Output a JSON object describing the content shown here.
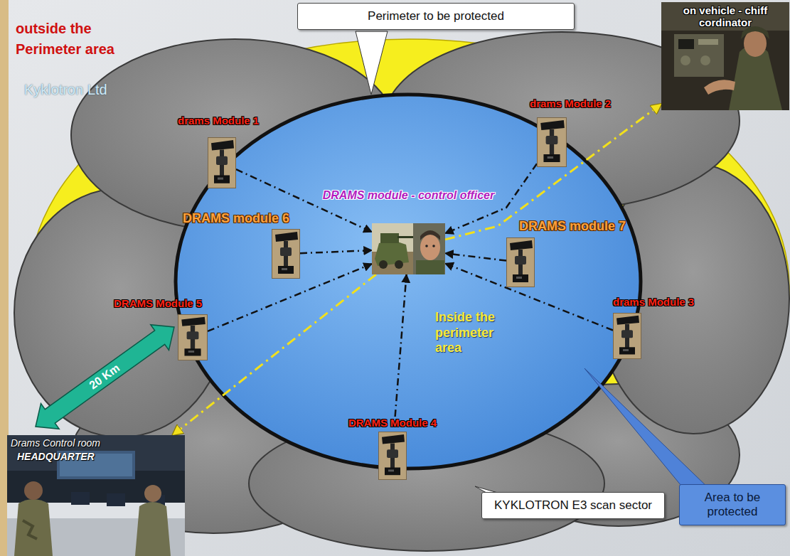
{
  "diagram": {
    "nodes": [
      {
        "text": [
          "Perimeter to be protected"
        ]
      },
      {
        "text": [
          "on vehicle - chiff cordinator"
        ]
      },
      {
        "text": [
          "drams Module 1"
        ]
      },
      {
        "text": [
          "drams Module 2"
        ]
      },
      {
        "text": [
          "DRAMS module - control officer"
        ]
      },
      {
        "text": [
          "DRAMS module 6"
        ]
      },
      {
        "text": [
          "DRAMS module 7"
        ]
      },
      {
        "text": [
          "DRAMS Module 5"
        ]
      },
      {
        "text": [
          "drams Module 3"
        ]
      },
      {
        "text": [
          "DRAMS Module 4"
        ]
      },
      {
        "text": [
          "Drams Control room",
          "HEADQUARTER"
        ]
      },
      {
        "text": [
          "KYKLOTRON E3 scan sector"
        ]
      },
      {
        "text": [
          "Area to be protected"
        ]
      }
    ],
    "edges": [
      {
        "from": 2,
        "to": 4,
        "arrow": "to"
      },
      {
        "from": 3,
        "to": 4,
        "arrow": "to"
      },
      {
        "from": 5,
        "to": 4,
        "arrow": "to"
      },
      {
        "from": 6,
        "to": 4,
        "arrow": "to"
      },
      {
        "from": 7,
        "to": 4,
        "arrow": "to"
      },
      {
        "from": 8,
        "to": 4,
        "arrow": "to"
      },
      {
        "from": 9,
        "to": 4,
        "arrow": "to"
      },
      {
        "from": 4,
        "to": 1,
        "arrow": "to"
      },
      {
        "from": 4,
        "to": 10,
        "arrow": "to"
      }
    ],
    "labels": [
      "outside the Perimeter area",
      "Kyklotron Ltd",
      "Inside the perimeter area",
      "20 Km"
    ]
  }
}
